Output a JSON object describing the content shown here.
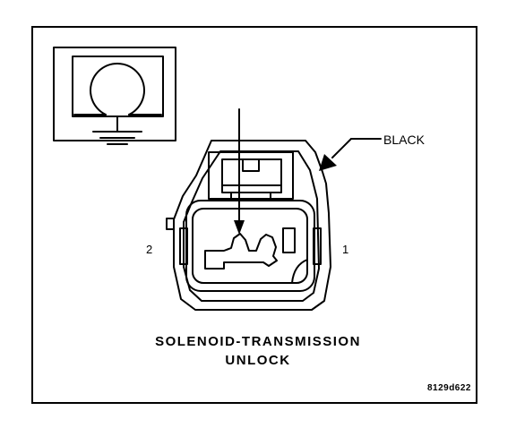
{
  "diagram": {
    "wire_color": "BLACK",
    "pin_left": "2",
    "pin_right": "1",
    "caption_line1": "SOLENOID-TRANSMISSION",
    "caption_line2": "UNLOCK",
    "figure_code": "8129d622"
  }
}
